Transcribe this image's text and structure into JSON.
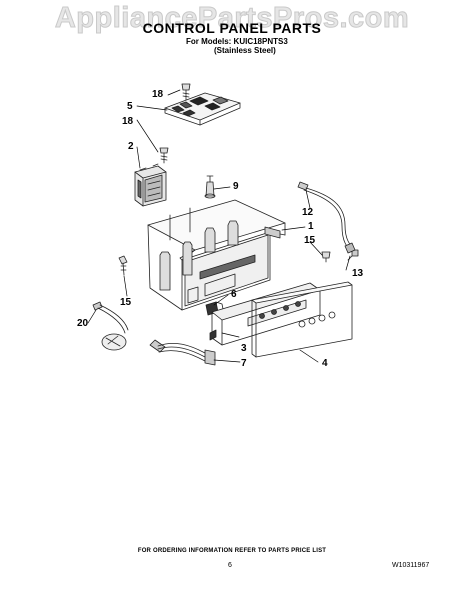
{
  "watermark": "AppliancePartsPros.com",
  "title": "CONTROL PANEL PARTS",
  "models_line": "For Models: KUIC18PNTS3",
  "variant_line": "(Stainless Steel)",
  "callouts": {
    "c18a": "18",
    "c5": "5",
    "c18b": "18",
    "c2": "2",
    "c9": "9",
    "c12": "12",
    "c1": "1",
    "c15a": "15",
    "c13": "13",
    "c6": "6",
    "c15b": "15",
    "c20": "20",
    "c3": "3",
    "c4": "4",
    "c7": "7"
  },
  "footer": "FOR ORDERING INFORMATION REFER TO PARTS PRICE LIST",
  "page_number": "6",
  "document_number": "W10311967"
}
